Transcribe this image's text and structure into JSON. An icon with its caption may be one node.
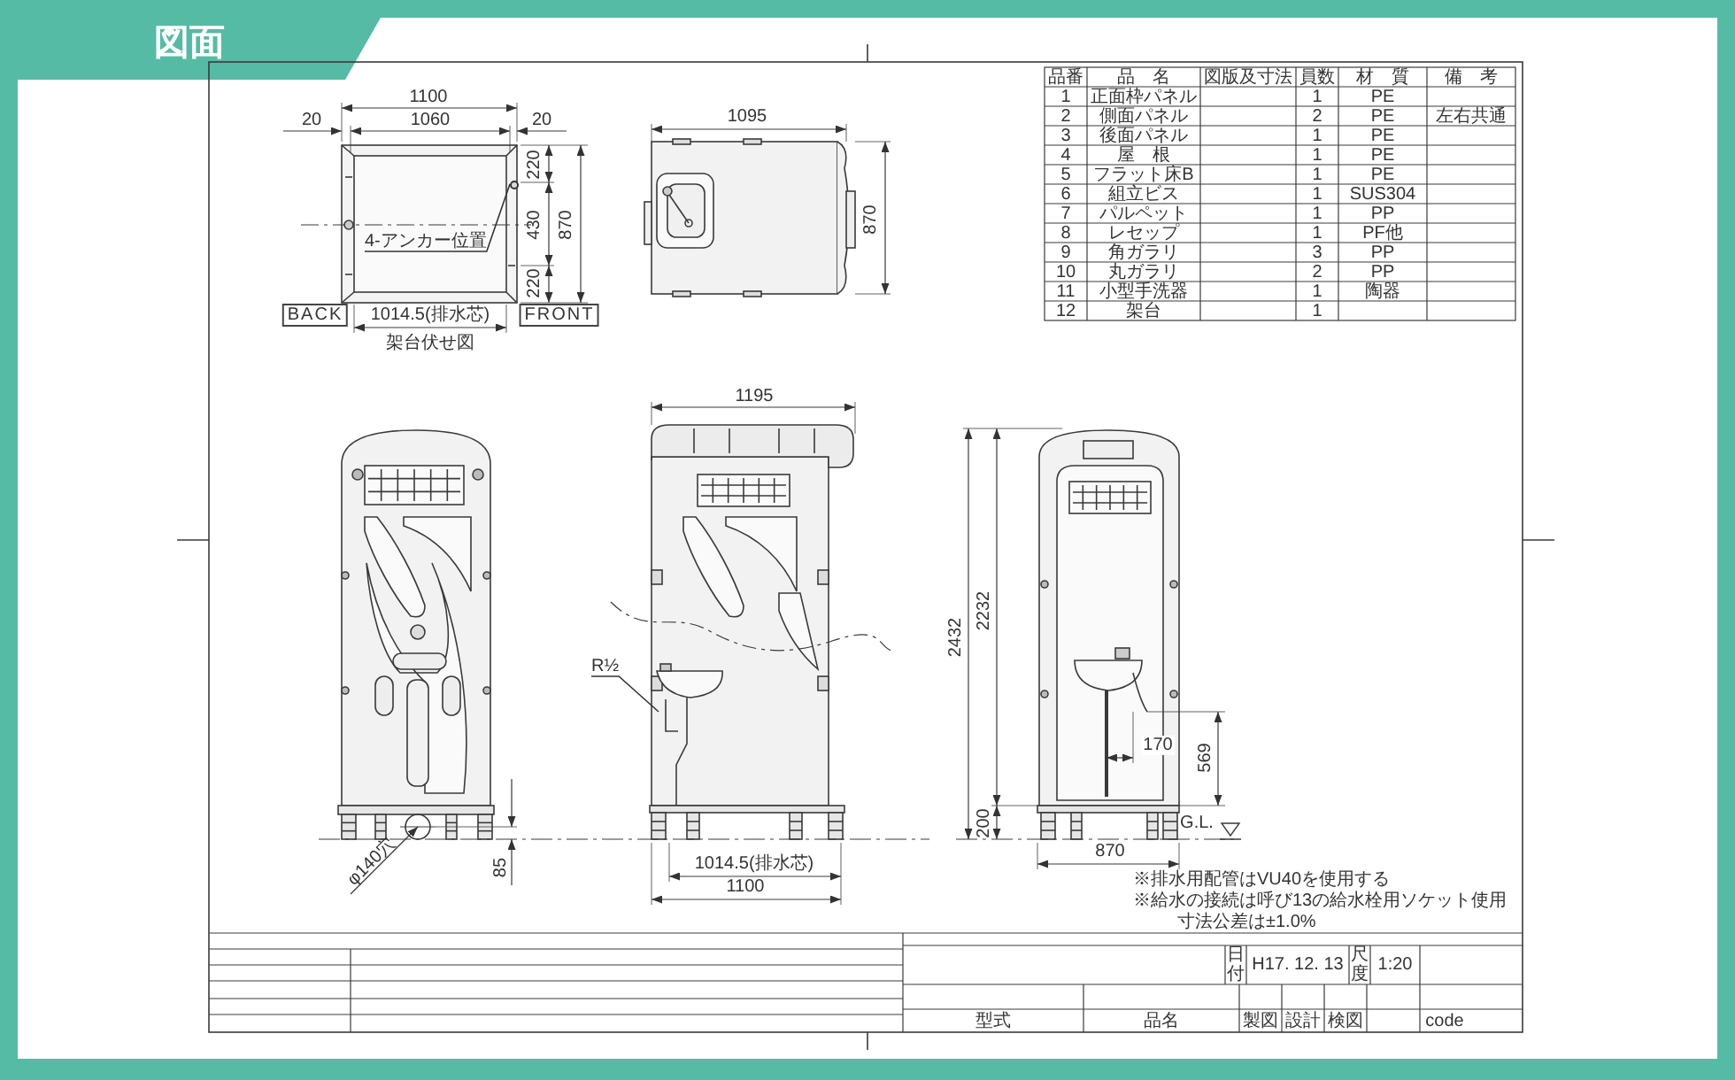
{
  "diagram": {
    "nodes": [
      {
        "text": [
          "4-アンカー位置"
        ]
      },
      {
        "text": [],
        "shape": "circle"
      },
      {
        "text": [
          "R½"
        ]
      }
    ],
    "edges": [
      {
        "from": 0,
        "to": 1,
        "arrow": "none"
      },
      {
        "from": 2,
        "to": null,
        "arrow": "none"
      }
    ],
    "labels": [
      "図面",
      "品番",
      "品　名",
      "図版及寸法",
      "員数",
      "材　質",
      "備　考",
      "1",
      "正面枠パネル",
      "1",
      "PE",
      "2",
      "側面パネル",
      "2",
      "PE",
      "左右共通",
      "3",
      "後面パネル",
      "1",
      "PE",
      "4",
      "屋　根",
      "1",
      "PE",
      "5",
      "フラット床B",
      "1",
      "PE",
      "6",
      "組立ビス",
      "1",
      "SUS304",
      "7",
      "パルペット",
      "1",
      "PP",
      "8",
      "レセップ",
      "1",
      "PF他",
      "9",
      "角ガラリ",
      "3",
      "PP",
      "10",
      "丸ガラリ",
      "2",
      "PP",
      "11",
      "小型手洗器",
      "1",
      "陶器",
      "12",
      "架台",
      "1",
      "1100",
      "20",
      "1060",
      "20",
      "220",
      "430",
      "220",
      "870",
      "BACK",
      "1014.5(排水芯)",
      "FRONT",
      "架台伏せ図",
      "1095",
      "870",
      "φ140穴",
      "85",
      "1195",
      "1014.5(排水芯)",
      "1100",
      "2432",
      "2232",
      "170",
      "569",
      "200",
      "G.L.",
      "870",
      "※排水用配管はVU40を使用する",
      "※給水の接続は呼び13の給水栓用ソケット使用",
      "寸法公差は±1.0%",
      "H17. 12. 13",
      "日付",
      "尺度",
      "1:20",
      "型式",
      "品名",
      "製図",
      "設計",
      "検図",
      "code"
    ]
  }
}
